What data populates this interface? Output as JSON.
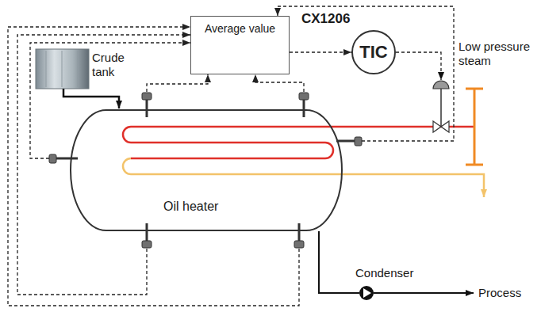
{
  "diagram": {
    "nodes": [
      {
        "text": [
          "CX1206"
        ]
      },
      {
        "text": [
          "Average value"
        ],
        "in": 0
      },
      {
        "text": [
          "TIC"
        ],
        "in": 0
      },
      {
        "text": [
          "Oil heater"
        ]
      }
    ],
    "edges": [
      {
        "from": 1,
        "to": 2,
        "arrow": "to"
      },
      {
        "from": 3,
        "to": 1,
        "arrow": "to"
      },
      {
        "from": 3,
        "to": 1,
        "arrow": "to"
      },
      {
        "from": 3,
        "to": 1,
        "arrow": "to"
      },
      {
        "from": 3,
        "to": 1,
        "arrow": "to"
      },
      {
        "from": 3,
        "to": 1,
        "arrow": "to"
      },
      {
        "from": 3,
        "to": 1,
        "arrow": "to"
      }
    ],
    "labels": [
      "Crude tank",
      "Low pressure steam",
      "Condenser",
      "Process"
    ]
  }
}
